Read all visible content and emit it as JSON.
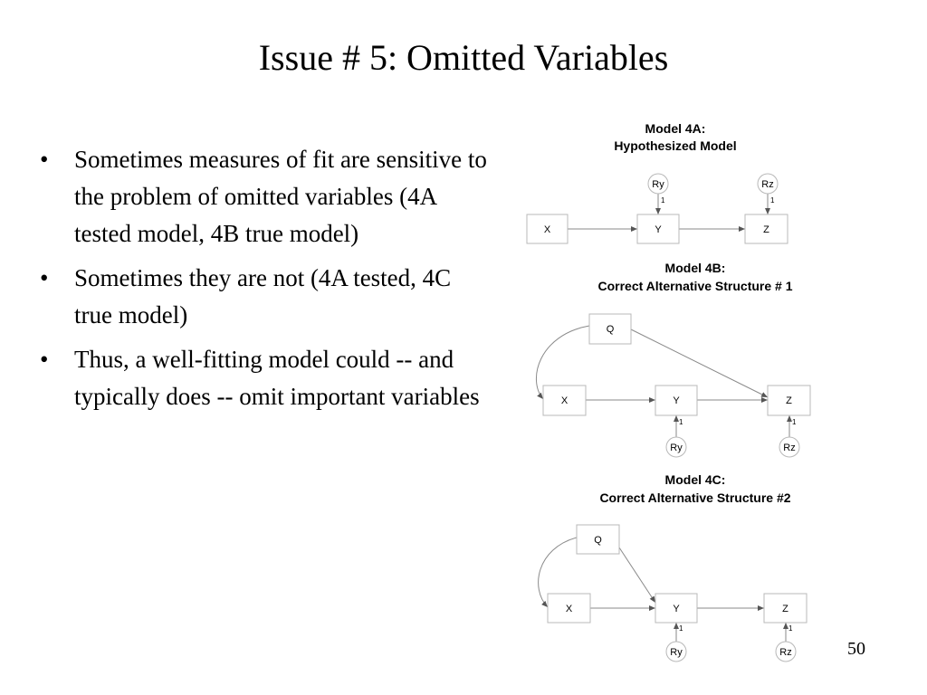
{
  "slide": {
    "title": "Issue # 5: Omitted Variables",
    "bullets": [
      "Sometimes measures of fit are sensitive to the problem of omitted variables (4A tested model, 4B true model)",
      "Sometimes they are not (4A tested, 4C true model)",
      "Thus, a well-fitting model could -- and typically does -- omit important variables"
    ],
    "bullet_symbol": "•",
    "page_number": "50"
  },
  "diagrams": {
    "model_4a": {
      "title_line1": "Model 4A:",
      "title_line2": "Hypothesized Model",
      "nodes": {
        "x": "X",
        "y": "Y",
        "z": "Z",
        "ry": "Ry",
        "rz": "Rz"
      },
      "edge_labels": {
        "ry_y": "1",
        "rz_z": "1"
      }
    },
    "model_4b": {
      "title_line1": "Model 4B:",
      "title_line2": "Correct Alternative Structure # 1",
      "nodes": {
        "q": "Q",
        "x": "X",
        "y": "Y",
        "z": "Z",
        "ry": "Ry",
        "rz": "Rz"
      },
      "edge_labels": {
        "ry_y": "1",
        "rz_z": "1"
      }
    },
    "model_4c": {
      "title_line1": "Model 4C:",
      "title_line2": "Correct Alternative Structure #2",
      "nodes": {
        "q": "Q",
        "x": "X",
        "y": "Y",
        "z": "Z",
        "ry": "Ry",
        "rz": "Rz"
      },
      "edge_labels": {
        "ry_y": "1",
        "rz_z": "1"
      }
    },
    "colors": {
      "node_border": "#b8b8b8",
      "edge": "#8a8a8a"
    }
  }
}
